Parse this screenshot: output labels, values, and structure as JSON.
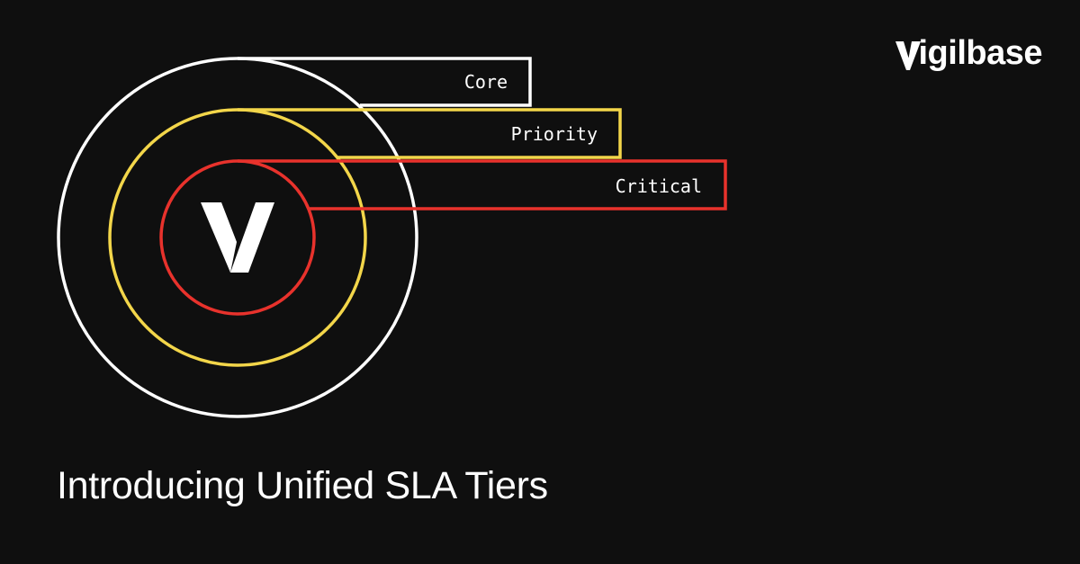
{
  "brand": {
    "name_rest": "igilbase",
    "logo_icon": "v-mark-icon"
  },
  "headline": "Introducing Unified SLA Tiers",
  "tiers": [
    {
      "label": "Core",
      "color": "#ffffff"
    },
    {
      "label": "Priority",
      "color": "#f3d64a"
    },
    {
      "label": "Critical",
      "color": "#e8322c"
    }
  ],
  "colors": {
    "background": "#0f0f0f",
    "text": "#ffffff"
  }
}
